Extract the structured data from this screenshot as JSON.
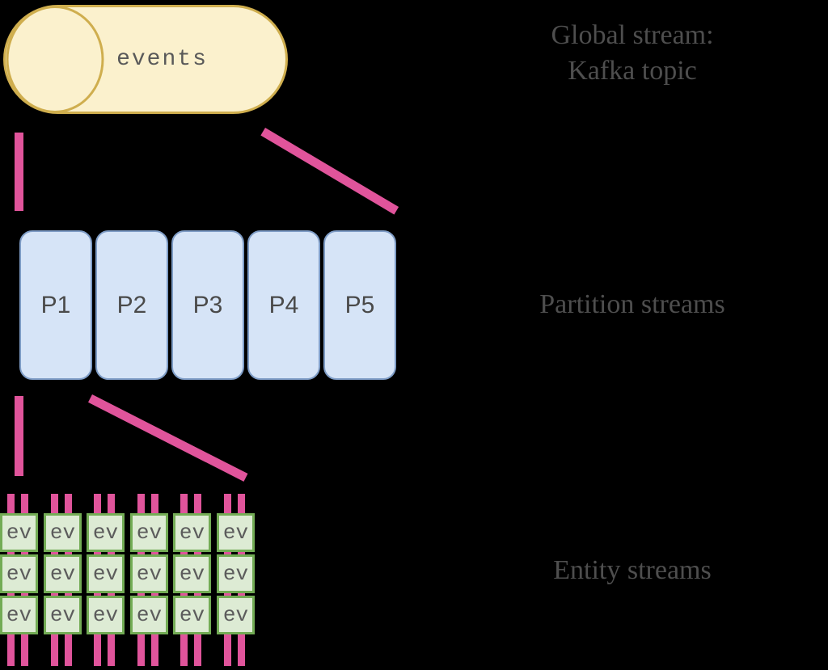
{
  "global_stream": {
    "cylinder_label": "events",
    "caption_line1": "Global stream:",
    "caption_line2": "Kafka topic"
  },
  "partitions": {
    "caption": "Partition streams",
    "labels": [
      "P1",
      "P2",
      "P3",
      "P4",
      "P5"
    ]
  },
  "entities": {
    "caption": "Entity streams",
    "cell_label": "ev",
    "columns": 6,
    "rows": 3
  },
  "colors": {
    "pink": "#E0549B",
    "cylinder_fill": "#FBF1CD",
    "cylinder_border": "#CFAE4E",
    "partition_fill": "#D6E4F7",
    "partition_border": "#7E9CC6",
    "entity_fill": "#DDEBD4",
    "entity_border": "#73AC55",
    "caption_text": "#4E4E4E"
  }
}
